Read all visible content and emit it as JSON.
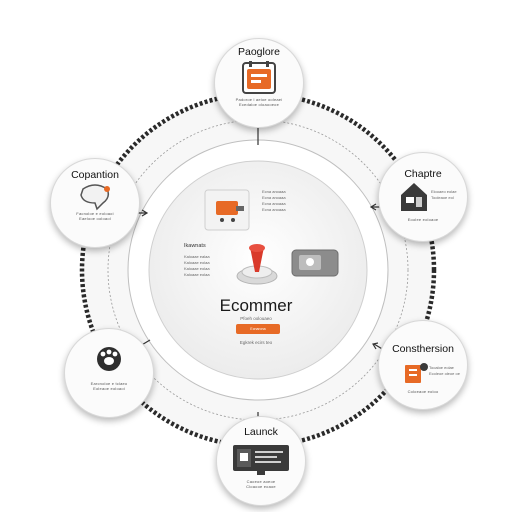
{
  "hub": {
    "title": "Ecommer",
    "left_label": "Ikawnats",
    "left_lines": [
      "Kaloaae ealaa",
      "Kaloaae eolaa",
      "Kaloaae eolaa",
      "Kaloaae eolaa"
    ],
    "right_lines": [
      "Ecna anoaaa",
      "Ecna anoaaa",
      "Ecna anoaaa",
      "Ecna anoaaa"
    ],
    "subtitle": "Pfoeh oolouaeo",
    "button_label": "Ecnarona",
    "footer": "Egkrek ecirs teo"
  },
  "nodes": [
    {
      "id": "top",
      "title": "Paoglore",
      "icon": "calendar-icon",
      "caption": [
        "Padoroe l aeioe ooleaei",
        "Ecedaloe oloaooeoe"
      ]
    },
    {
      "id": "left-upper",
      "title": "Copantion",
      "icon": "chat-bubble-icon",
      "caption": [
        "Facnoloe e eoloaoi",
        "Eaelooe ooloaol"
      ]
    },
    {
      "id": "right-upper",
      "title": "Chaptre",
      "icon": "house-icon",
      "caption": [
        "Elooaeo eolae",
        "Tooleaoe eol",
        "Eoolee eoloaoe"
      ]
    },
    {
      "id": "left-lower",
      "title": "",
      "icon": "paw-icon",
      "caption": [
        "Earcnoloe e tclaeo",
        "Eoleaoe eoloaoi"
      ]
    },
    {
      "id": "right-lower",
      "title": "Consthersion",
      "icon": "document-icon",
      "caption": [
        "Tooaloe eolae",
        "Ecoleoe oleoe oe",
        "Coloeaoe eoloo"
      ]
    },
    {
      "id": "bottom",
      "title": "Launck",
      "icon": "monitor-icon",
      "caption": [
        "Caoeoe aoeoe",
        "Cloaooe eoaoe"
      ]
    }
  ],
  "colors": {
    "accent": "#e76a26",
    "ring": "#2a2a2a",
    "outline": "#d6d6d6"
  }
}
